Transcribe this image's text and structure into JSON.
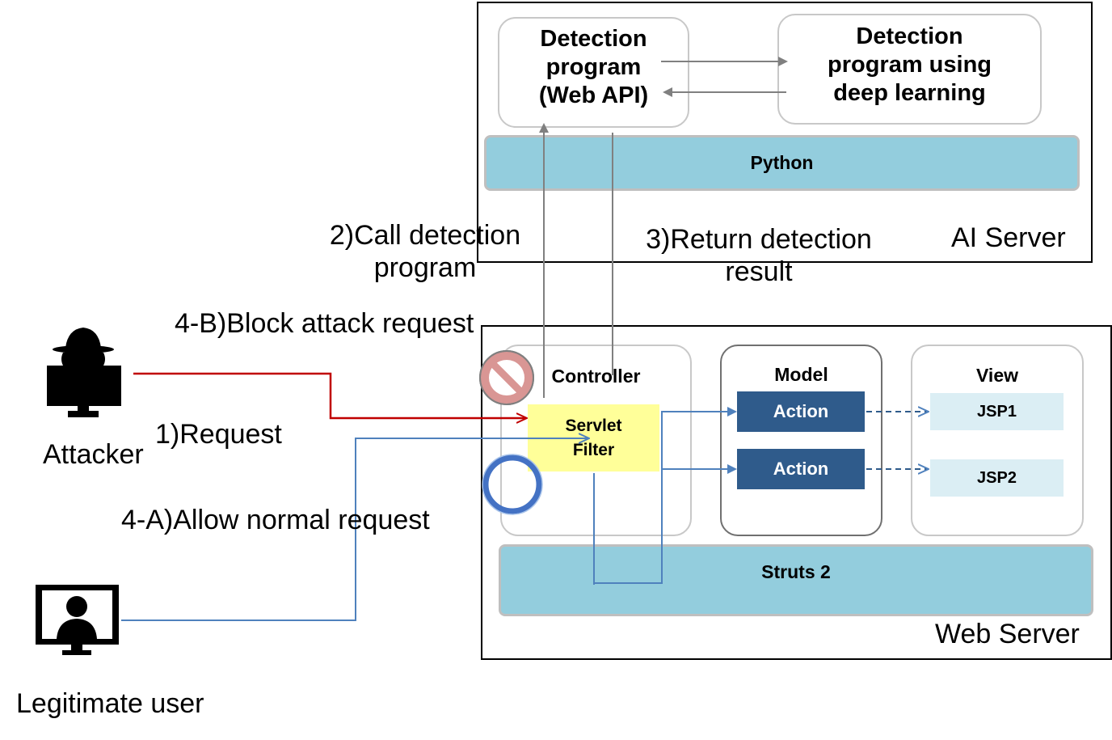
{
  "ai_server": {
    "label": "AI Server",
    "detection_api": "Detection\nprogram\n(Web API)",
    "detection_dl": "Detection\nprogram using\ndeep learning",
    "python_bar": "Python"
  },
  "web_server": {
    "label": "Web Server",
    "controller": "Controller",
    "servlet_filter": "Servlet\nFilter",
    "model": "Model",
    "actions": [
      "Action",
      "Action"
    ],
    "view": "View",
    "jsps": [
      "JSP1",
      "JSP2"
    ],
    "struts_bar": "Struts 2"
  },
  "steps": {
    "request": "1)Request",
    "call_detection": "2)Call detection\nprogram",
    "return_result": "3)Return detection\nresult",
    "allow": "4-A)Allow normal request",
    "block": "4-B)Block attack request"
  },
  "actors": {
    "attacker": "Attacker",
    "legitimate_user": "Legitimate user"
  },
  "colors": {
    "attack_line": "#c00000",
    "normal_line": "#4f81bd",
    "detection_line": "#808080",
    "bar_fill": "#93cddd",
    "action_fill": "#2f5b8b",
    "filter_fill": "#ffff99",
    "block_symbol": "#d99694",
    "allow_symbol": "#4472c4"
  },
  "icons": {
    "attacker": "hooded-attacker-icon",
    "legitimate_user": "user-monitor-icon",
    "block": "prohibited-icon",
    "allow": "circle-ok-icon"
  }
}
